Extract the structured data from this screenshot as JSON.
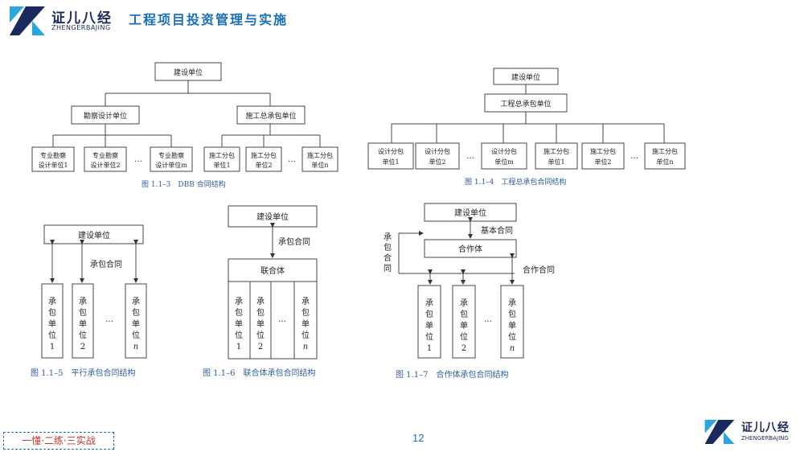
{
  "header": {
    "brand_cn": "证儿八经",
    "brand_en": "ZHENGERBAJING",
    "title": "工程项目投资管理与实施"
  },
  "fig3": {
    "root": "建设单位",
    "survey": "勘察设计单位",
    "construction": "施工总承包单位",
    "survey_units": [
      "专业勘察|设计单位1",
      "专业勘察|设计单位2",
      "专业勘察|设计单位m"
    ],
    "sub_units": [
      "施工分包|单位1",
      "施工分包|单位2",
      "施工分包|单位n"
    ],
    "ellipsis": "…",
    "caption": "图 1.1–3　DBB 合同结构"
  },
  "fig4": {
    "root": "建设单位",
    "gc": "工程总承包单位",
    "design_units": [
      "设计分包|单位1",
      "设计分包|单位2",
      "设计分包|单位m"
    ],
    "cons_units": [
      "施工分包|单位1",
      "施工分包|单位2",
      "施工分包|单位n"
    ],
    "ellipsis": "…",
    "caption": "图 1.1–4　工程总承包合同结构"
  },
  "fig5": {
    "root": "建设单位",
    "contract_label": "承包合同",
    "units": [
      "承包单位1",
      "承包单位2",
      "承包单位n"
    ],
    "ellipsis": "…",
    "caption": "图 1.1–5　平行承包合同结构"
  },
  "fig6": {
    "root": "建设单位",
    "contract_label": "承包合同",
    "jv": "联合体",
    "units": [
      "承包单位1",
      "承包单位2",
      "承包单位n"
    ],
    "ellipsis": "…",
    "caption": "图 1.1–6　联合体承包合同结构"
  },
  "fig7": {
    "root": "建设单位",
    "basic_contract": "基本合同",
    "coop": "合作体",
    "coop_contract": "合作合同",
    "left_label": "承包合同",
    "units": [
      "承包单位1",
      "承包单位2",
      "承包单位n"
    ],
    "ellipsis": "…",
    "caption": "图 1.1–7　合作体承包合同结构"
  },
  "footer": {
    "slogan": "一懂·二练·三实战",
    "page_number": "12"
  }
}
